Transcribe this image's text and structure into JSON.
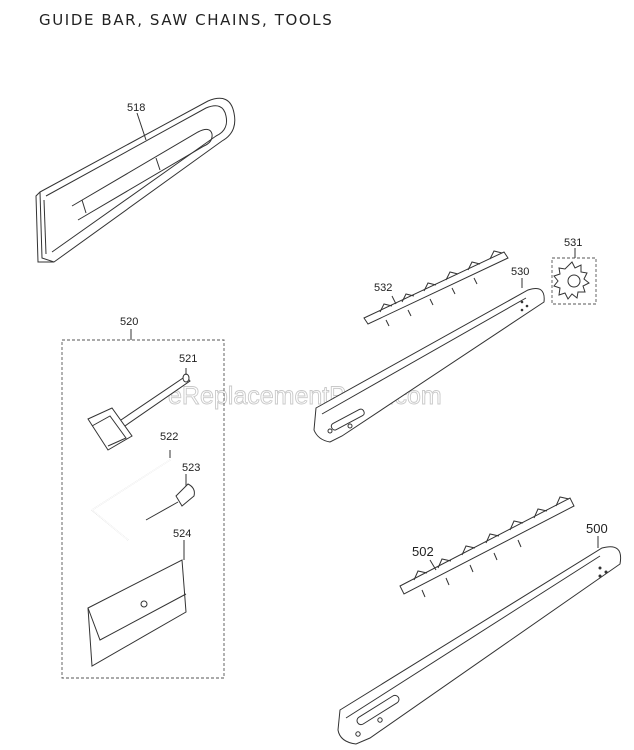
{
  "title": "GUIDE BAR, SAW CHAINS, TOOLS",
  "watermark": "eReplacementParts.com",
  "parts": {
    "p518": "518",
    "p520": "520",
    "p521": "521",
    "p522": "522",
    "p523": "523",
    "p524": "524",
    "p530": "530",
    "p531": "531",
    "p532": "532",
    "p500": "500",
    "p502": "502"
  },
  "colors": {
    "line": "#333333",
    "watermark": "#c9c9c9"
  }
}
